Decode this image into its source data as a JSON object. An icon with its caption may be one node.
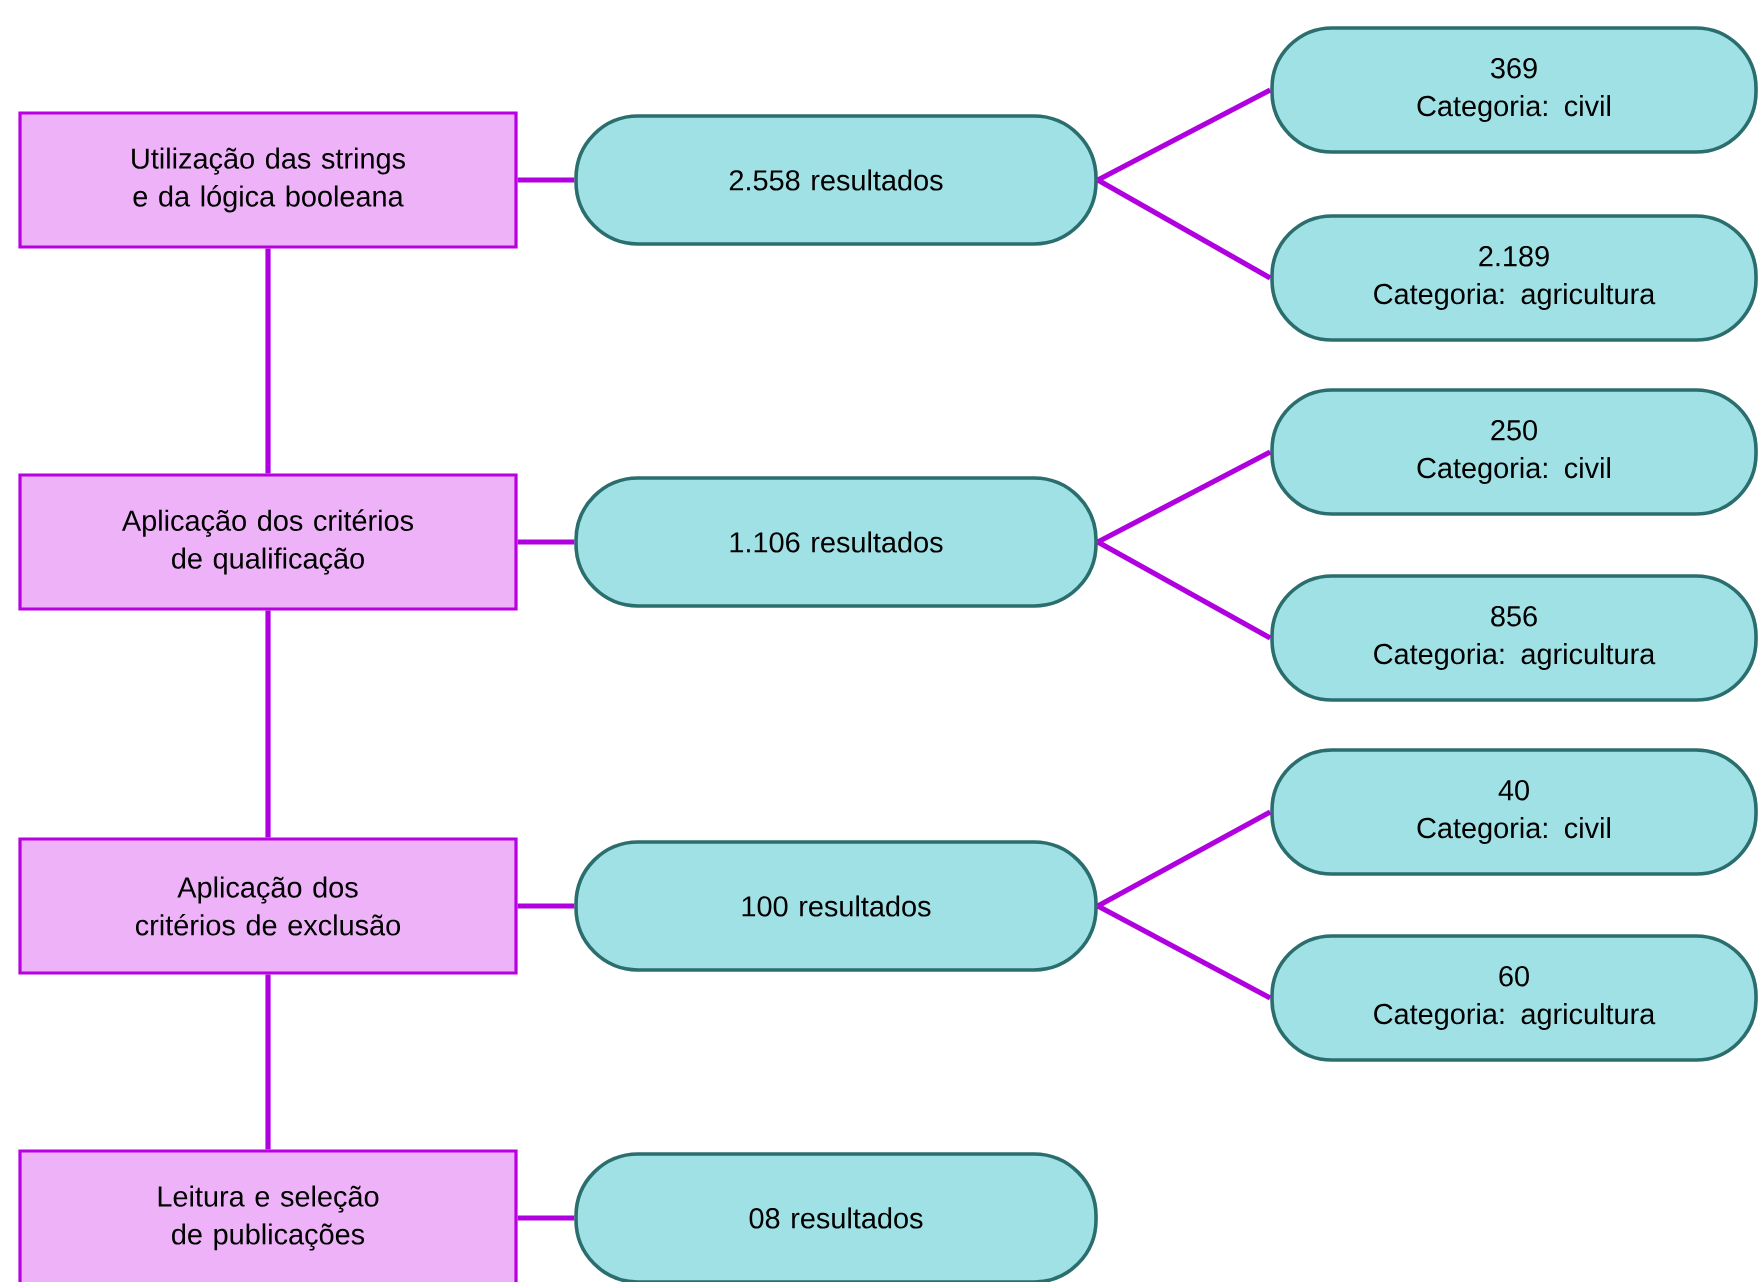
{
  "diagram": {
    "nodes": [
      {
        "text": [
          "Utilização das strings e da lógica booleana"
        ]
      },
      {
        "text": [
          "2.558 resultados"
        ]
      },
      {
        "text": [
          "369",
          "Categoria: civil"
        ]
      },
      {
        "text": [
          "2.189",
          "Categoria: agricultura"
        ]
      },
      {
        "text": [
          "Aplicação dos critérios de qualificação"
        ]
      },
      {
        "text": [
          "1.106 resultados"
        ]
      },
      {
        "text": [
          "250",
          "Categoria: civil"
        ]
      },
      {
        "text": [
          "856",
          "Categoria: agricultura"
        ]
      },
      {
        "text": [
          "Aplicação dos critérios de exclusão"
        ]
      },
      {
        "text": [
          "100 resultados"
        ]
      },
      {
        "text": [
          "40",
          "Categoria: civil"
        ]
      },
      {
        "text": [
          "60",
          "Categoria: agricultura"
        ]
      },
      {
        "text": [
          "Leitura e seleção de publicações"
        ]
      },
      {
        "text": [
          "08 resultados"
        ]
      }
    ],
    "edges": [
      {
        "from": 0,
        "to": 4,
        "arrow": "none"
      },
      {
        "from": 4,
        "to": 8,
        "arrow": "none"
      },
      {
        "from": 8,
        "to": 12,
        "arrow": "none"
      },
      {
        "from": 0,
        "to": 1,
        "arrow": "none"
      },
      {
        "from": 4,
        "to": 5,
        "arrow": "none"
      },
      {
        "from": 8,
        "to": 9,
        "arrow": "none"
      },
      {
        "from": 12,
        "to": 13,
        "arrow": "none"
      },
      {
        "from": 1,
        "to": 2,
        "arrow": "none"
      },
      {
        "from": 1,
        "to": 3,
        "arrow": "none"
      },
      {
        "from": 5,
        "to": 6,
        "arrow": "none"
      },
      {
        "from": 5,
        "to": 7,
        "arrow": "none"
      },
      {
        "from": 9,
        "to": 10,
        "arrow": "none"
      },
      {
        "from": 9,
        "to": 11,
        "arrow": "none"
      }
    ]
  }
}
